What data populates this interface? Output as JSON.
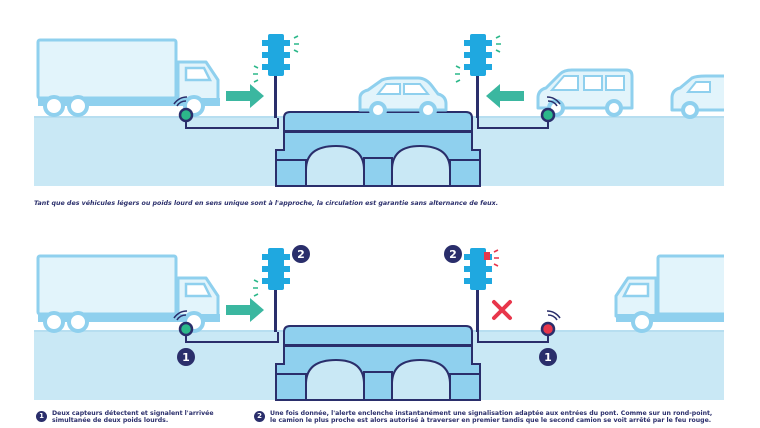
{
  "caption": "Tant que des véhicules légers ou poids lourd en sens unique sont à l'approche, la circulation est garantie sans alternance de feux.",
  "badges": {
    "one": "1",
    "two": "2"
  },
  "legend": [
    {
      "number": "1",
      "line1": "Deux capteurs détectent et signalent l'arrivée",
      "line2": "simultanée de deux poids lourds."
    },
    {
      "number": "2",
      "line1": "Une fois donnée, l'alerte enclenche instantanément une signalisation adaptée aux entrées du pont. Comme sur un rond-point,",
      "line2": "le camion le plus proche est alors autorisé à traverser en premier tandis que le second camion se voit arrêté par le feu rouge."
    }
  ],
  "colors": {
    "ink": "#2a2e6b",
    "water": "#c9e8f5",
    "bridge": "#8fd0ee",
    "vehicle_fill": "#e2f4fb",
    "vehicle_line": "#8fd0ee",
    "signal_blue": "#1fa8e0",
    "arrow": "#3bb7a0",
    "stop_red": "#e8364b",
    "sensor_green": "#2cb88a"
  },
  "icons": [
    "truck-icon",
    "car-icon",
    "van-icon",
    "traffic-light-icon",
    "sensor-icon",
    "arrow-right-icon",
    "arrow-left-icon",
    "cross-icon"
  ]
}
